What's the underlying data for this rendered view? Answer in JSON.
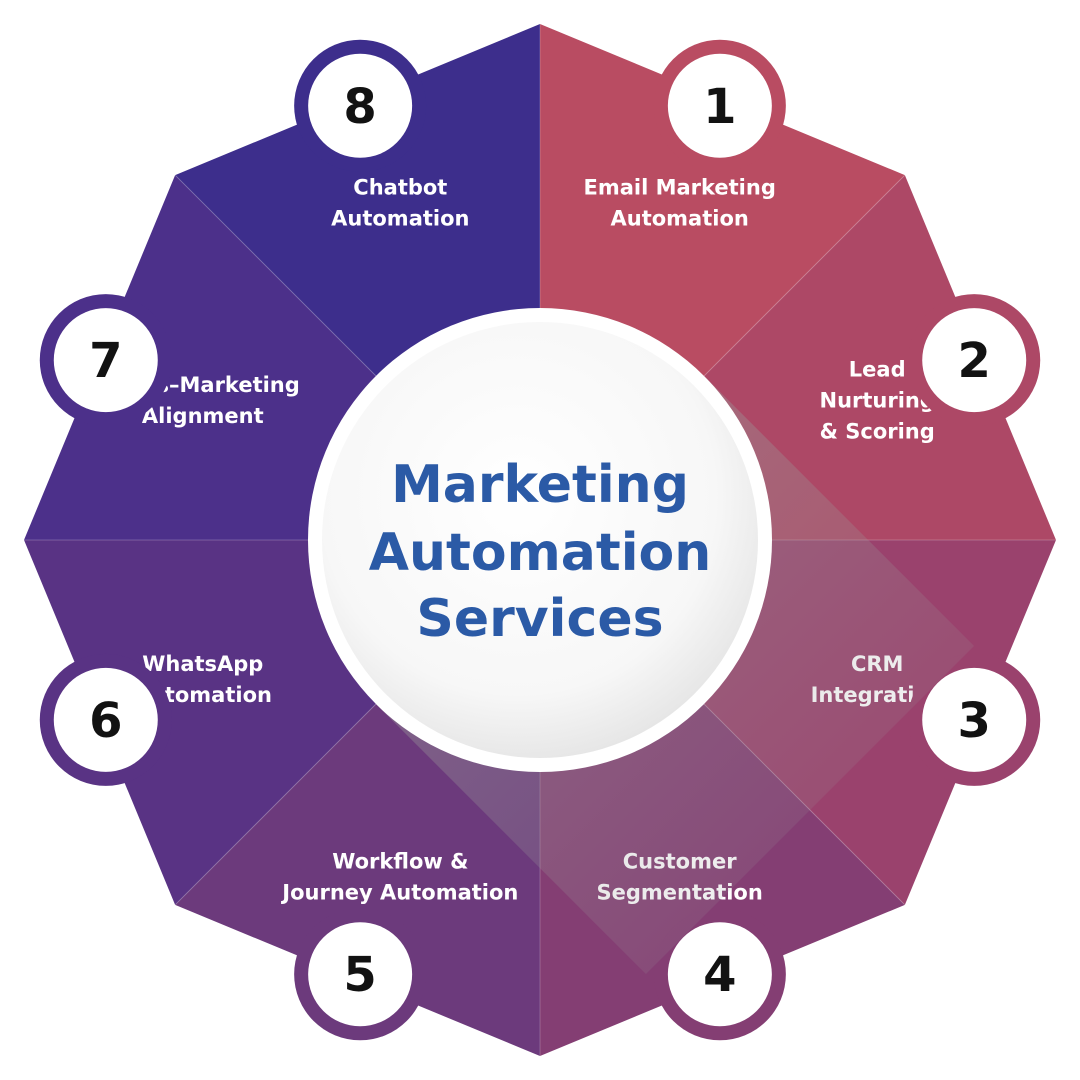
{
  "center": {
    "title_lines": [
      "Marketing",
      "Automation",
      "Services"
    ],
    "color": "#2b5aa6"
  },
  "segments": [
    {
      "number": "1",
      "lines": [
        "Email Marketing",
        "Automation"
      ],
      "color": "#b94c62"
    },
    {
      "number": "2",
      "lines": [
        "Lead",
        "Nurturing",
        "& Scoring"
      ],
      "color": "#ad4866"
    },
    {
      "number": "3",
      "lines": [
        "CRM",
        "Integration"
      ],
      "color": "#9a426d"
    },
    {
      "number": "4",
      "lines": [
        "Customer",
        "Segmentation"
      ],
      "color": "#843e73"
    },
    {
      "number": "5",
      "lines": [
        "Workflow &",
        "Journey Automation"
      ],
      "color": "#6c3a7c"
    },
    {
      "number": "6",
      "lines": [
        "WhatsApp",
        "Automation"
      ],
      "color": "#593384"
    },
    {
      "number": "7",
      "lines": [
        "Sales–Marketing",
        "Alignment"
      ],
      "color": "#4c308a"
    },
    {
      "number": "8",
      "lines": [
        "Chatbot",
        "Automation"
      ],
      "color": "#3d2e8c"
    }
  ]
}
